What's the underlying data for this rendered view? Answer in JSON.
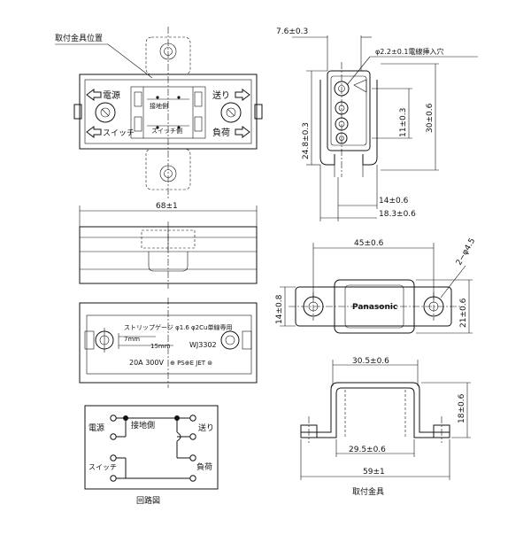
{
  "labels": {
    "mount_position": "取付金具位置",
    "power": "電源",
    "send": "送り",
    "switch": "スイッチ",
    "load": "負荷",
    "ground_side": "接地側",
    "switch_side_small": "スイッチ側",
    "ground_side_small": "接地側",
    "strip_gauge": "ストリップゲージ φ1.6 φ2Cu単線専用",
    "strip_mm": "7mm",
    "strip_15mm": "15mm",
    "model": "WJ3302",
    "rating": "20A 300V",
    "brand_marks": "⊕ PS⊕E JET ⊛",
    "brand": "Panasonic",
    "circuit_diagram": "回路図",
    "mount_bracket": "取付金具",
    "cable_hole": "φ2.2±0.1電線挿入穴"
  },
  "dims": {
    "d_7_6": "7.6±0.3",
    "d_24_8": "24.8±0.3",
    "d_11": "11±0.3",
    "d_30": "30±0.6",
    "d_14": "14±0.6",
    "d_18_3": "18.3±0.6",
    "d_68": "68±1",
    "d_45": "45±0.6",
    "d_2_phi": "2−φ4.5",
    "d_14_8": "14±0.8",
    "d_21": "21±0.6",
    "d_30_5": "30.5±0.6",
    "d_18": "18±0.6",
    "d_29_5": "29.5±0.6",
    "d_59": "59±1"
  }
}
